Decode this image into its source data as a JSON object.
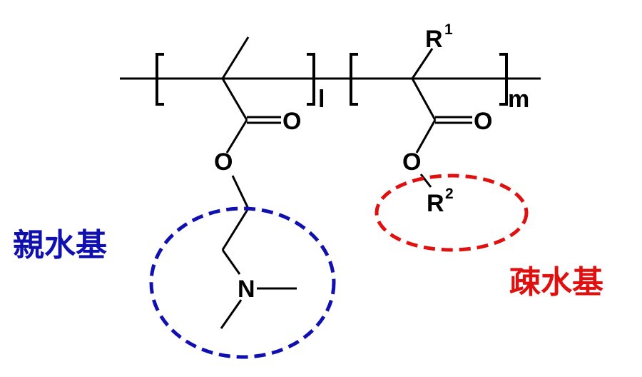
{
  "atoms": {
    "O": "O",
    "N": "N",
    "R": "R",
    "R1_sup": "1",
    "R2_sup": "2"
  },
  "subscripts": {
    "first_repeat": "l",
    "second_repeat": "m"
  },
  "labels": {
    "hydrophilic": "親水基",
    "hydrophobic": "疎水基"
  },
  "colors": {
    "hydrophilic": "#1010b0",
    "hydrophobic": "#e01010",
    "bonds": "#000000"
  }
}
